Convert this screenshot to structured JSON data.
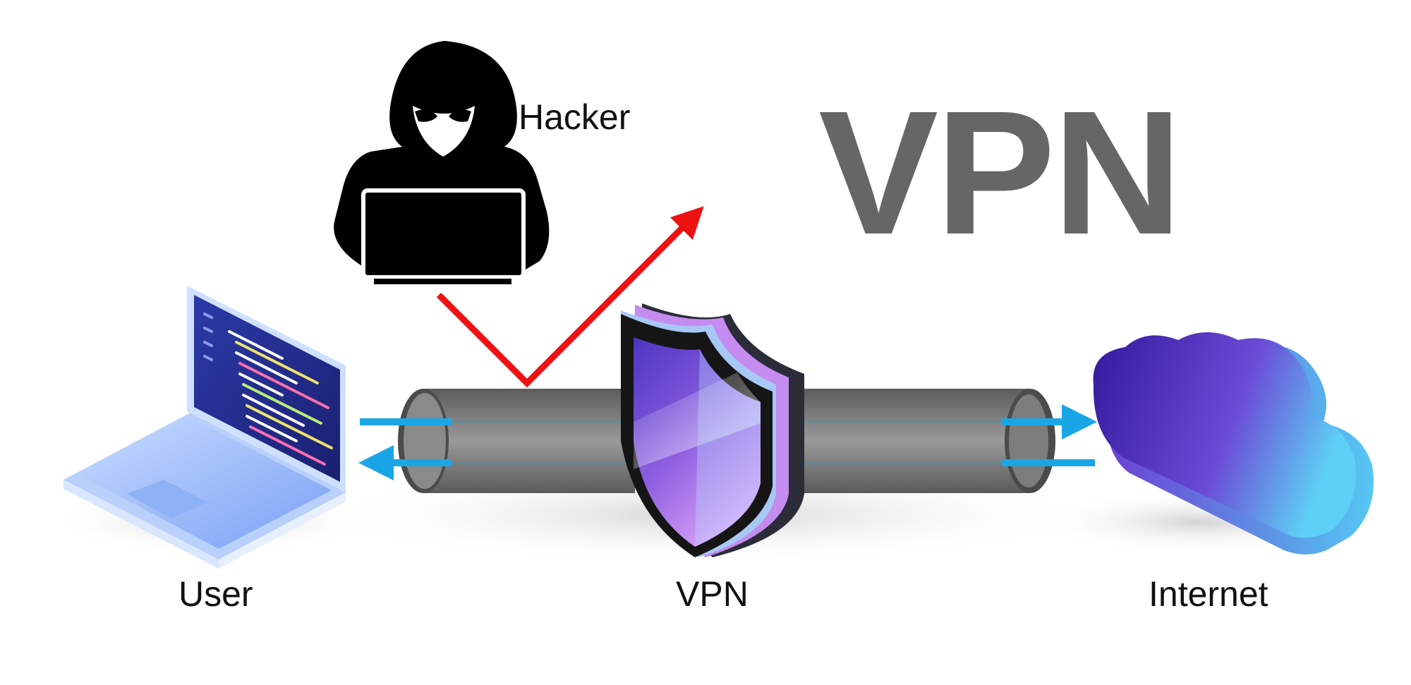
{
  "diagram": {
    "title": "VPN",
    "labels": {
      "hacker": "Hacker",
      "user": "User",
      "vpn": "VPN",
      "internet": "Internet"
    }
  },
  "colors": {
    "title": "#666666",
    "attack_arrow": "#ee1111",
    "data_arrows": "#1aa6e6",
    "tunnel": "#7a7a7a",
    "hacker": "#000000",
    "shield_outline": "#1a1a1a",
    "shield_fill_top": "#6a48d0",
    "shield_fill_bottom": "#c58cf0",
    "cloud_left": "#3d22a8",
    "cloud_right": "#5fd2f6",
    "laptop_body": "#9cbcf8",
    "laptop_screen": "#1e2a86"
  },
  "icons": [
    "hacker-icon",
    "laptop-icon",
    "shield-icon",
    "cloud-icon",
    "tunnel-icon"
  ]
}
